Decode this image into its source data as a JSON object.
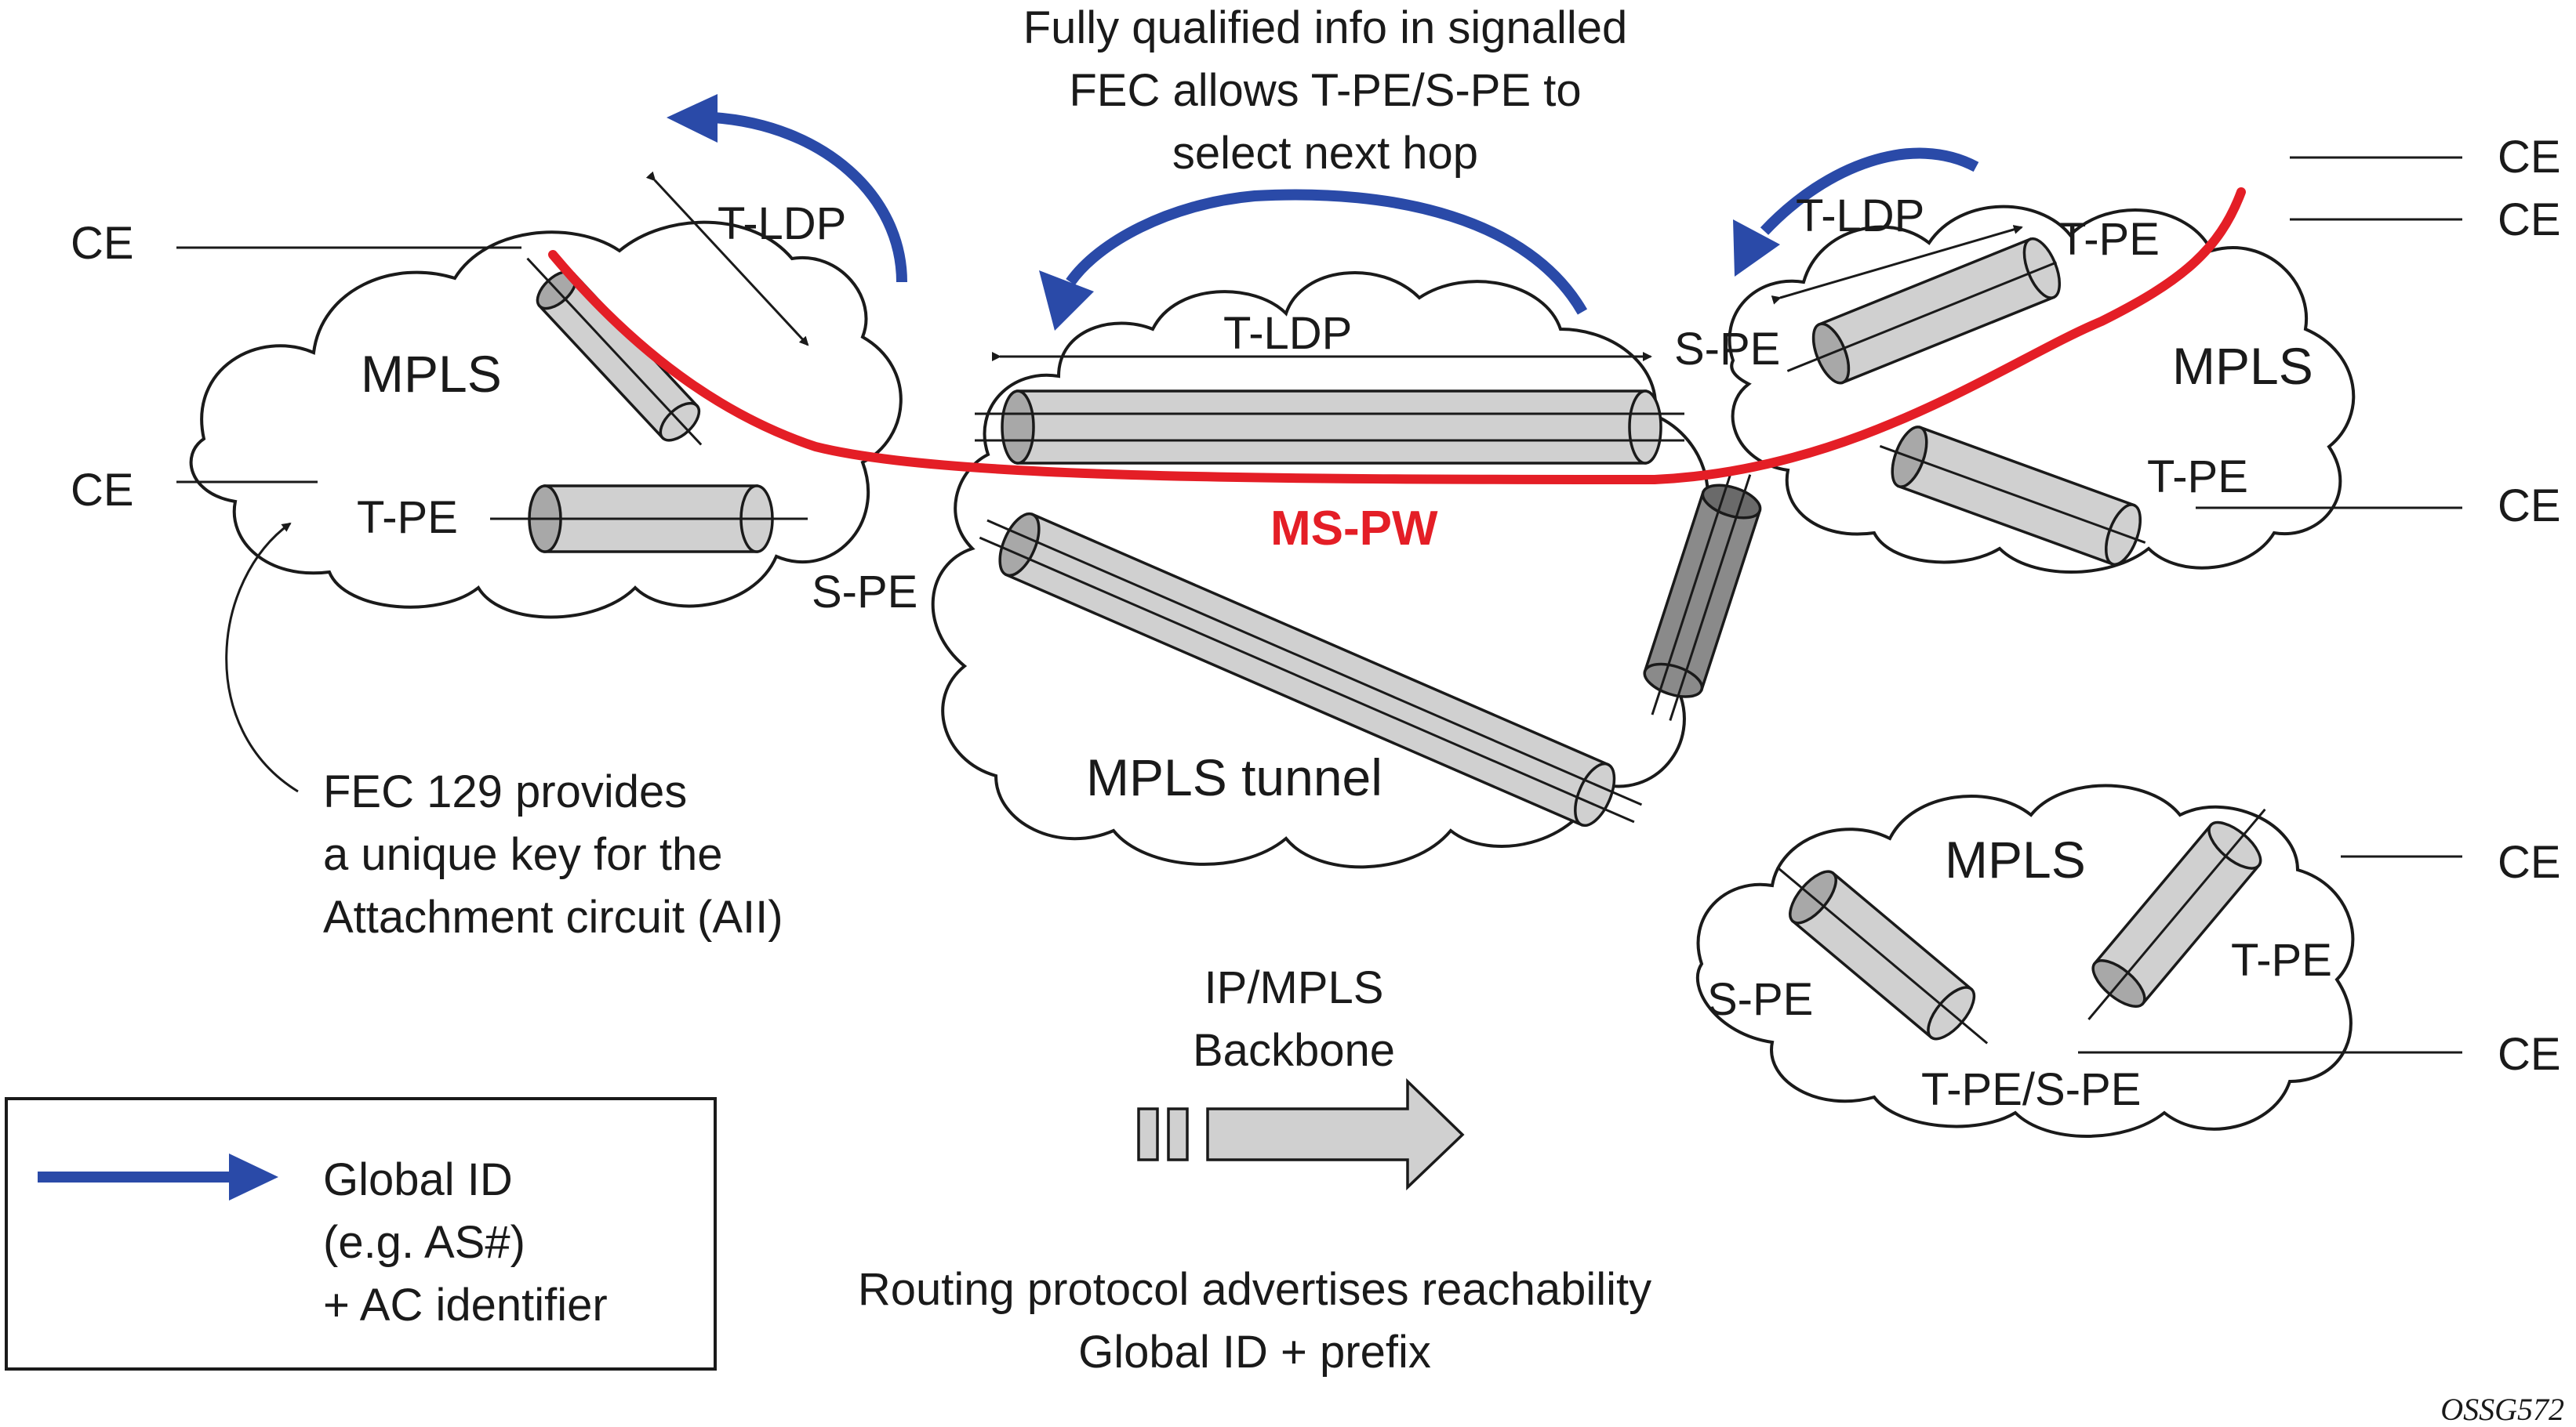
{
  "texts": {
    "annotation_top": [
      "Fully qualified info in signalled",
      "FEC allows T-PE/S-PE to",
      "select next hop"
    ],
    "annotation_fec129": [
      "FEC 129 provides",
      "a unique key for the",
      "Attachment circuit (AII)"
    ],
    "backbone": [
      "IP/MPLS",
      "Backbone"
    ],
    "routing": [
      "Routing protocol advertises reachability",
      "Global ID + prefix"
    ],
    "legend": [
      "Global ID",
      "(e.g. AS#)",
      "+ AC identifier"
    ],
    "figure_tag": "OSSG572",
    "ms_pw": "MS-PW",
    "mpls": "MPLS",
    "mpls_tunnel": "MPLS tunnel",
    "t_ldp": "T-LDP",
    "t_pe": "T-PE",
    "s_pe": "S-PE",
    "t_pe_s_pe": "T-PE/S-PE",
    "ce": "CE"
  },
  "colors": {
    "ms_pw_red": "#e41e26",
    "global_id_blue": "#2a4aa8",
    "tunnel_gray": "#d0d0d0"
  }
}
